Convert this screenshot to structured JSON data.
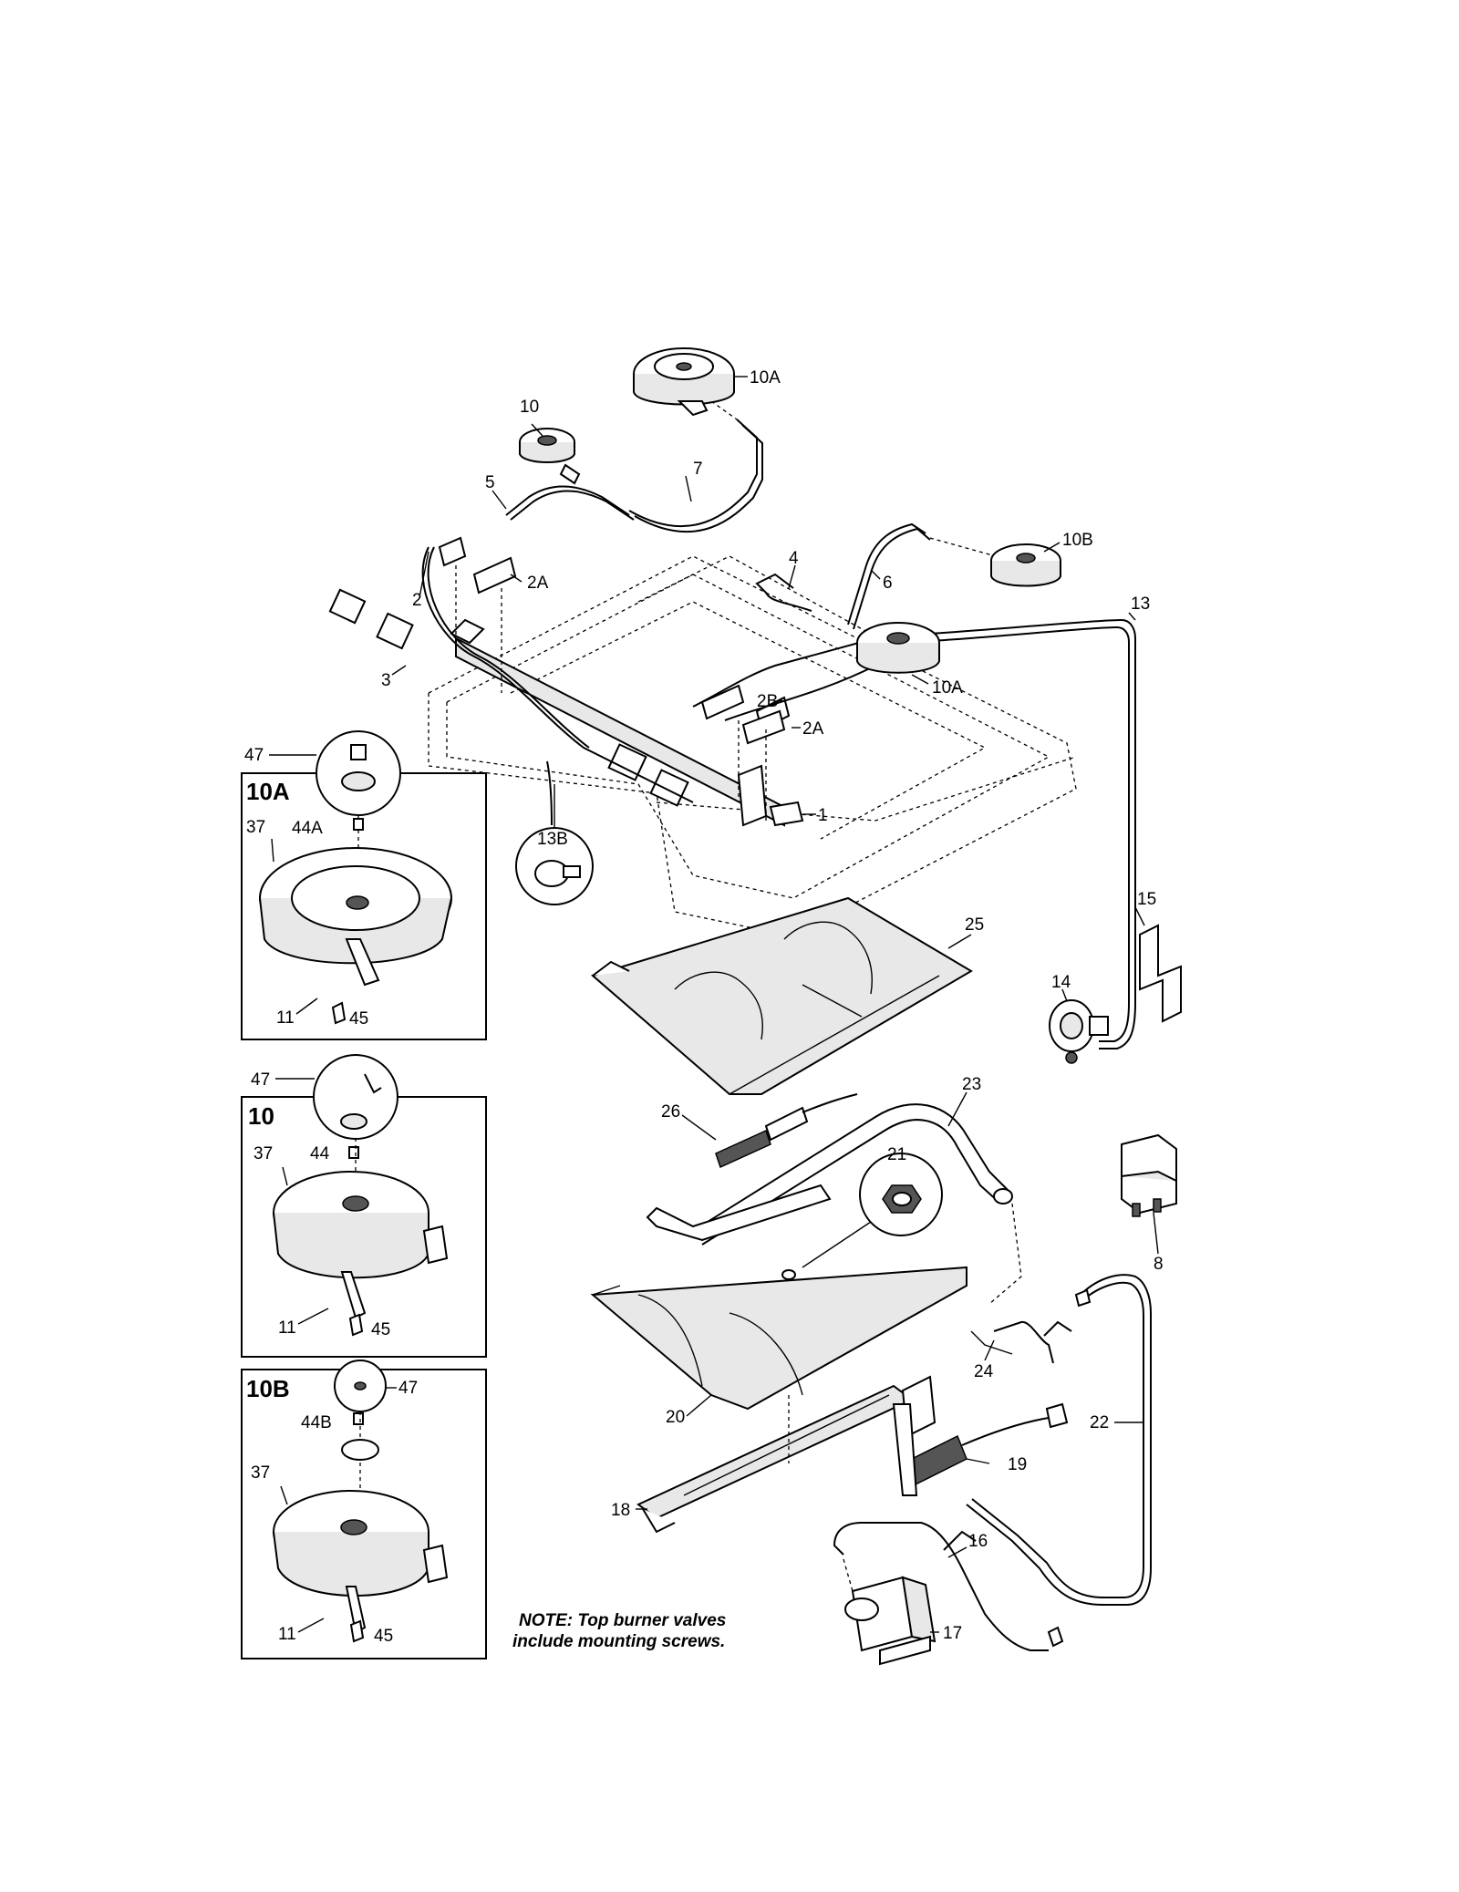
{
  "labels": {
    "l_10A_top": "10A",
    "l_10_top": "10",
    "l_7": "7",
    "l_5": "5",
    "l_2": "2",
    "l_2A_left": "2A",
    "l_4": "4",
    "l_6": "6",
    "l_10B_top": "10B",
    "l_13": "13",
    "l_3": "3",
    "l_10A_mid": "10A",
    "l_2B": "2B",
    "l_2A_right": "2A",
    "l_1": "1",
    "l_13B": "13B",
    "l_25": "25",
    "l_15": "15",
    "l_14": "14",
    "l_23": "23",
    "l_26": "26",
    "l_21": "21",
    "l_8": "8",
    "l_24": "24",
    "l_22": "22",
    "l_20": "20",
    "l_19": "19",
    "l_18": "18",
    "l_16": "16",
    "l_17": "17"
  },
  "insets": {
    "a": {
      "title": "10A",
      "l_47": "47",
      "l_44": "44A",
      "l_37": "37",
      "l_11": "11",
      "l_45": "45"
    },
    "b": {
      "title": "10",
      "l_47": "47",
      "l_44": "44",
      "l_37": "37",
      "l_11": "11",
      "l_45": "45"
    },
    "c": {
      "title": "10B",
      "l_47": "47",
      "l_44": "44B",
      "l_37": "37",
      "l_11": "11",
      "l_45": "45"
    }
  },
  "note": {
    "line1": "NOTE: Top burner valves",
    "line2": "include mounting screws."
  }
}
